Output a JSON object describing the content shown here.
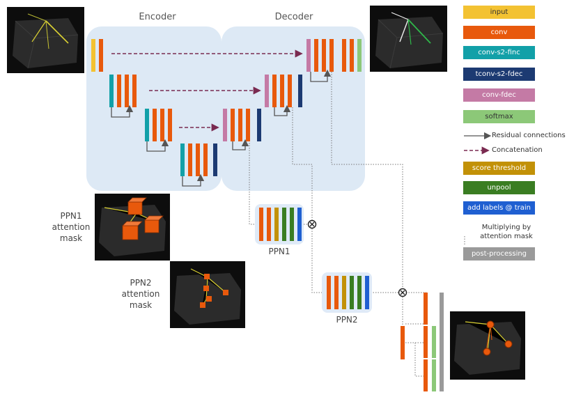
{
  "labels": {
    "encoder": "Encoder",
    "decoder": "Decoder",
    "ppn1": "PPN1",
    "ppn2": "PPN2",
    "ppn1_mask_line1": "PPN1",
    "ppn1_mask_line2": "attention",
    "ppn1_mask_line3": "mask",
    "ppn2_mask_line1": "PPN2",
    "ppn2_mask_line2": "attention",
    "ppn2_mask_line3": "mask"
  },
  "legend": [
    {
      "label": "input",
      "color": "#f3c232"
    },
    {
      "label": "conv",
      "color": "#e8590c"
    },
    {
      "label": "conv-s2-finc",
      "color": "#12a0a8"
    },
    {
      "label": "tconv-s2-fdec",
      "color": "#1c3a72"
    },
    {
      "label": "conv-fdec",
      "color": "#c47aa5"
    },
    {
      "label": "softmax",
      "color": "#8cc878"
    },
    {
      "label": "Residual connections",
      "color": "#555555"
    },
    {
      "label": "Concatenation",
      "color": "#7a2a50"
    },
    {
      "label": "score threshold",
      "color": "#c29107"
    },
    {
      "label": "unpool",
      "color": "#3a7d22"
    },
    {
      "label": "add labels @ train",
      "color": "#1f5fd1"
    },
    {
      "label": "Multiplying by attention mask",
      "color": "#333333"
    },
    {
      "label": "post-processing",
      "color": "#9a9a9a"
    }
  ],
  "colors": {
    "panel": "#dde9f5",
    "ppn_panel": "#dfeaf7",
    "image_bg": "#0d0d0d",
    "cube": "#e8590c",
    "track": "#d9d033"
  },
  "icons": {
    "multiply": "circled-times-icon"
  }
}
